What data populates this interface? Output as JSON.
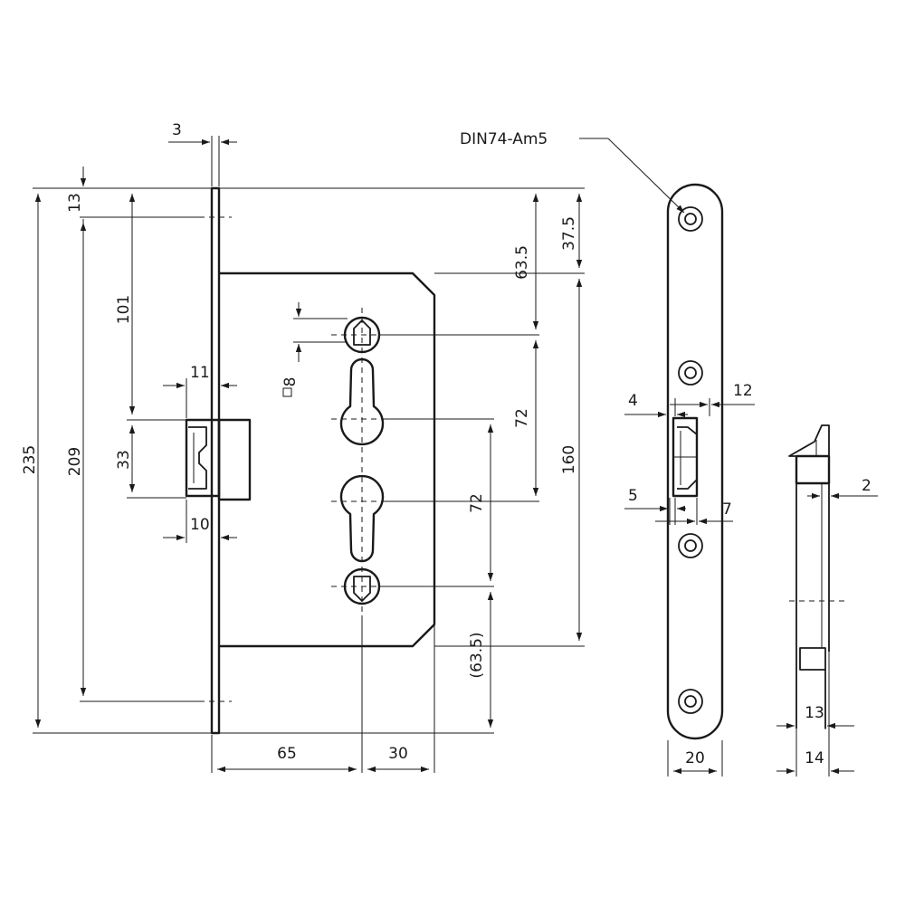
{
  "callout": "DIN74-Am5",
  "dims": {
    "d3": "3",
    "d13_top": "13",
    "d101": "101",
    "d11": "11",
    "d33": "33",
    "d209": "209",
    "d235": "235",
    "d10": "10",
    "d8": "8",
    "d63_5": "63.5",
    "d37_5": "37.5",
    "d72_upper": "72",
    "d160": "160",
    "d72_lower": "72",
    "d63_5_paren": "(63.5)",
    "d65": "65",
    "d30": "30",
    "d4": "4",
    "d12": "12",
    "d5": "5",
    "d7": "7",
    "d20": "20",
    "d2": "2",
    "d13_side": "13",
    "d14": "14"
  }
}
